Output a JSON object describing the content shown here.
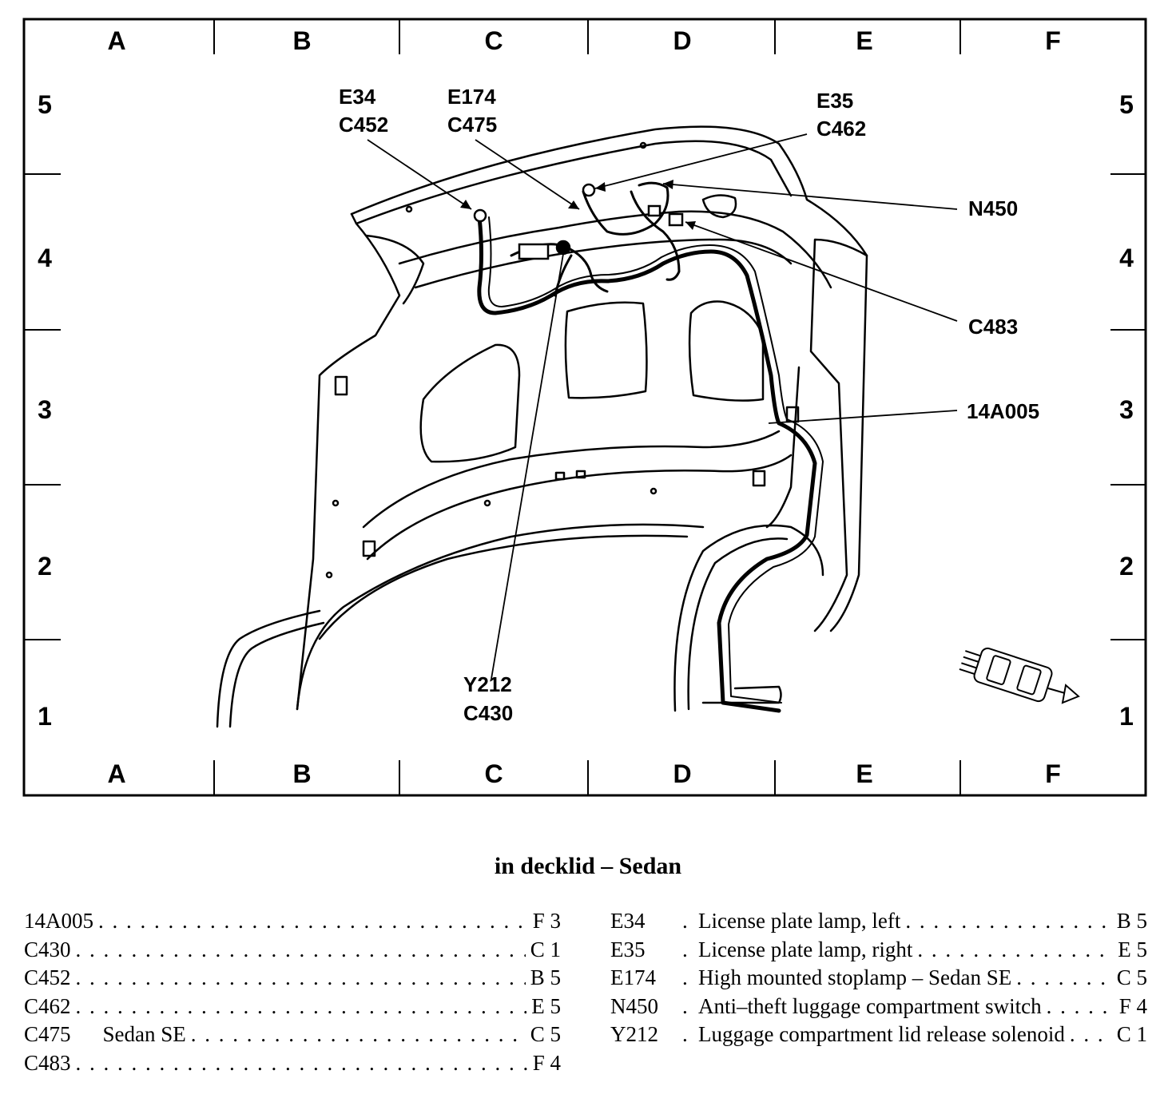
{
  "grid": {
    "columns": [
      "A",
      "B",
      "C",
      "D",
      "E",
      "F"
    ],
    "rows": [
      "5",
      "4",
      "3",
      "2",
      "1"
    ]
  },
  "callouts": {
    "e34": "E34",
    "c452": "C452",
    "e174": "E174",
    "c475": "C475",
    "e35": "E35",
    "c462": "C462",
    "n450": "N450",
    "c483": "C483",
    "harness": "14A005",
    "y212": "Y212",
    "c430": "C430"
  },
  "caption": "in decklid – Sedan",
  "legend_left": [
    {
      "code": "14A005",
      "desc": "",
      "loc": "F 3"
    },
    {
      "code": "C430",
      "desc": "",
      "loc": "C 1"
    },
    {
      "code": "C452",
      "desc": "",
      "loc": "B 5"
    },
    {
      "code": "C462",
      "desc": "",
      "loc": "E 5"
    },
    {
      "code": "C475",
      "desc": "Sedan SE",
      "loc": "C 5"
    },
    {
      "code": "C483",
      "desc": "",
      "loc": "F 4"
    }
  ],
  "legend_right": [
    {
      "code": "E34",
      "desc": "License plate lamp, left",
      "loc": "B 5"
    },
    {
      "code": "E35",
      "desc": "License plate lamp, right",
      "loc": "E 5"
    },
    {
      "code": "E174",
      "desc": "High mounted stoplamp – Sedan SE",
      "loc": "C 5"
    },
    {
      "code": "N450",
      "desc": "Anti–theft luggage compartment switch",
      "loc": "F 4"
    },
    {
      "code": "Y212",
      "desc": "Luggage compartment lid release solenoid",
      "loc": "C 1"
    }
  ]
}
